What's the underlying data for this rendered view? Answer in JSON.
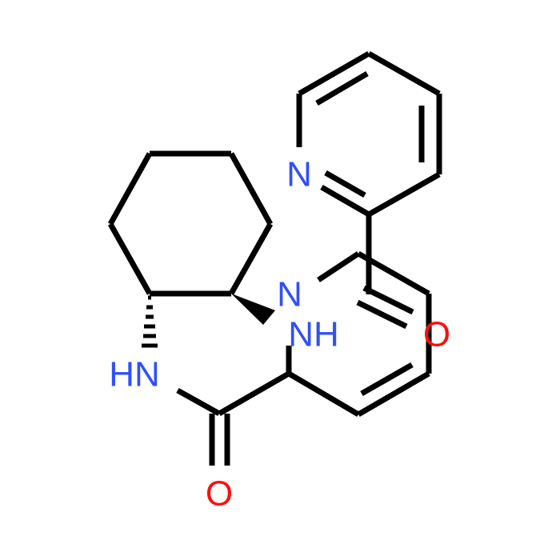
{
  "atoms": {
    "pyridine_n": "N",
    "amine_n": "N",
    "amine_nh": "NH",
    "amide_nh": "HN",
    "carbonyl_o_right": "O",
    "carbonyl_o_bottom": "O"
  },
  "colors": {
    "nitrogen": "#3050f8",
    "oxygen": "#ff0d0d",
    "bond": "#000000",
    "background": "#ffffff"
  }
}
